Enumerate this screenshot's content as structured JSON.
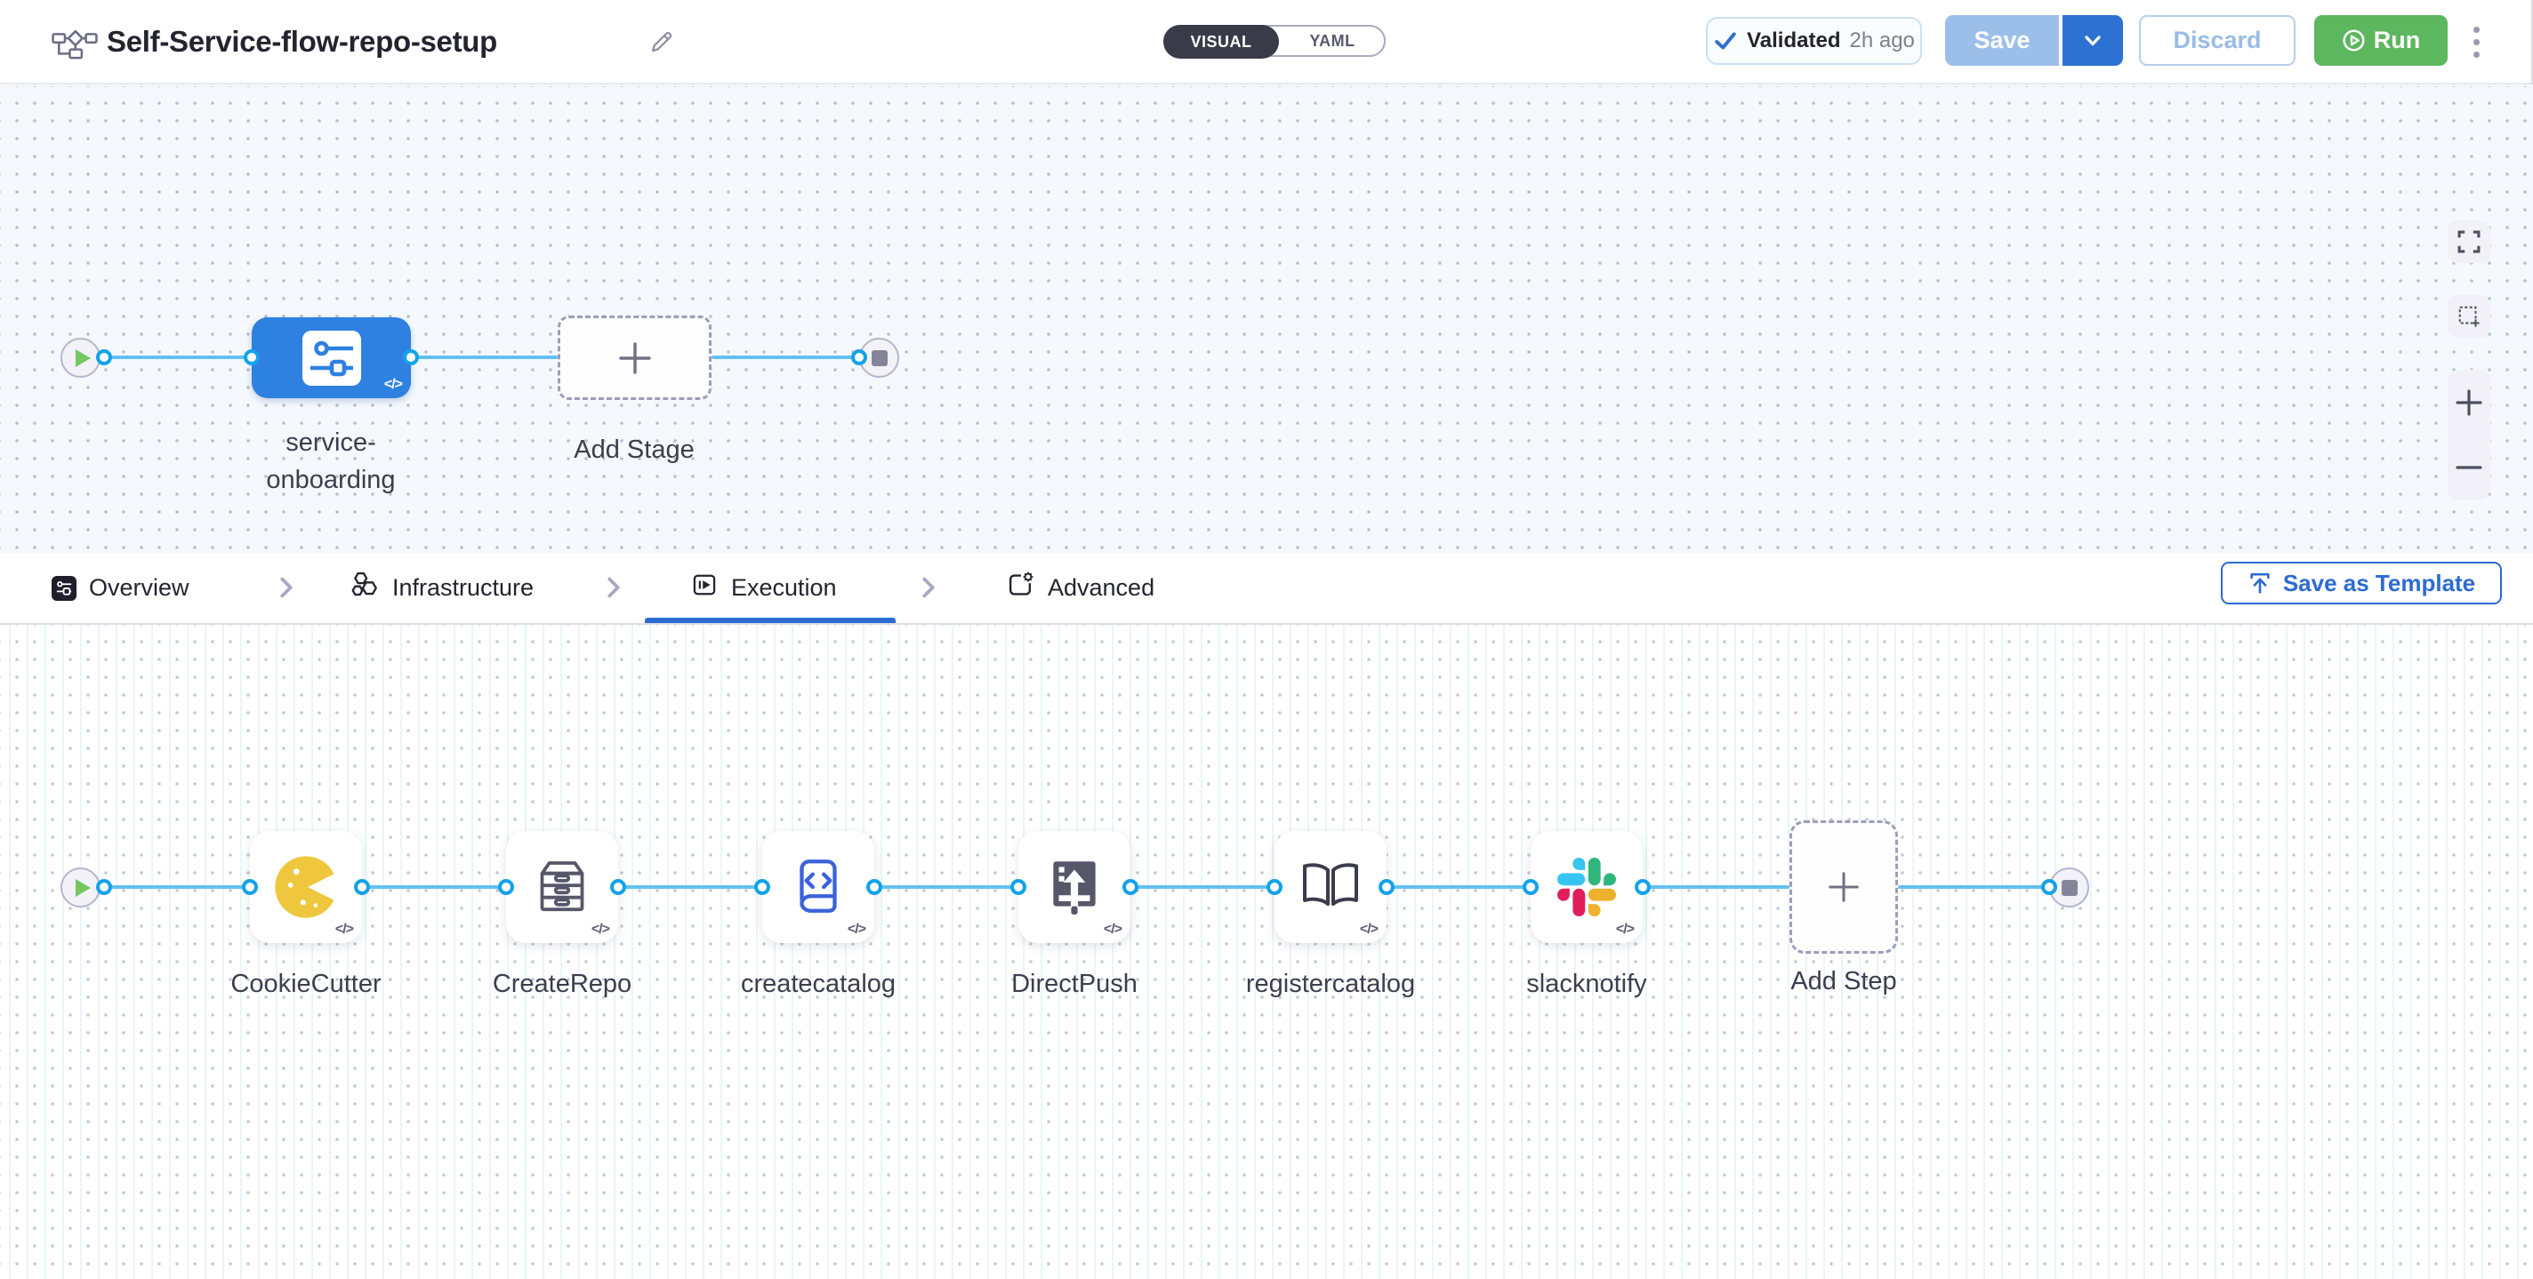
{
  "header": {
    "title": "Self-Service-flow-repo-setup",
    "toggle": {
      "visual": "VISUAL",
      "yaml": "YAML"
    },
    "validated": {
      "label": "Validated",
      "time": "2h ago"
    },
    "buttons": {
      "save": "Save",
      "discard": "Discard",
      "run": "Run"
    }
  },
  "stage_canvas": {
    "stage_label": "service-onboarding",
    "add_stage": "Add Stage"
  },
  "tabs": {
    "items": [
      {
        "label": "Overview",
        "active": false
      },
      {
        "label": "Infrastructure",
        "active": false
      },
      {
        "label": "Execution",
        "active": true
      },
      {
        "label": "Advanced",
        "active": false
      }
    ],
    "save_as_template": "Save as Template"
  },
  "execution_canvas": {
    "steps": [
      {
        "label": "CookieCutter",
        "icon": "cookiecutter-icon"
      },
      {
        "label": "CreateRepo",
        "icon": "repo-drawer-icon"
      },
      {
        "label": "createcatalog",
        "icon": "code-document-icon"
      },
      {
        "label": "DirectPush",
        "icon": "push-upload-icon"
      },
      {
        "label": "registercatalog",
        "icon": "open-book-icon"
      },
      {
        "label": "slacknotify",
        "icon": "slack-icon"
      }
    ],
    "add_step": "Add Step"
  },
  "badges": {
    "code": "</>"
  },
  "colors": {
    "accent_blue": "#2c6bd2",
    "connector_blue": "#63c1f0",
    "port_blue": "#14a2e8",
    "stage_blue": "#2e81e0",
    "run_green": "#5cb75e",
    "save_disabled_blue": "#9cbfe9",
    "toggle_dark": "#3a3b49"
  }
}
